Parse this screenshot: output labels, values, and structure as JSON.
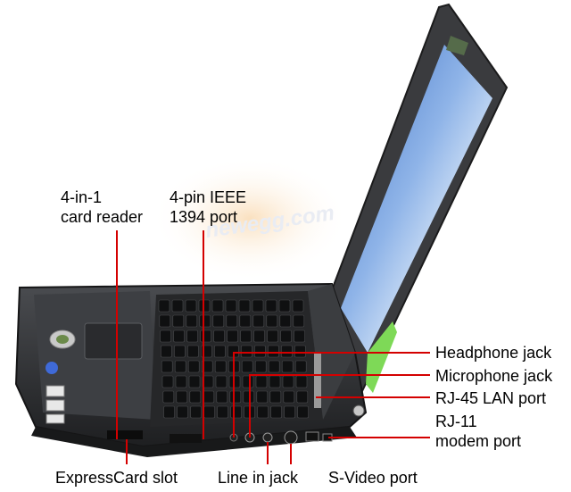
{
  "labels": {
    "card_reader": [
      "4-in-1",
      "card reader"
    ],
    "ieee1394": [
      "4-pin IEEE",
      "1394 port"
    ],
    "headphone": "Headphone jack",
    "microphone": "Microphone jack",
    "rj45": "RJ-45 LAN port",
    "rj11": [
      "RJ-11",
      "modem port"
    ],
    "expresscard": "ExpressCard slot",
    "line_in": "Line in jack",
    "svideo": "S-Video port"
  },
  "watermark": "newegg.com",
  "colors": {
    "leader_line": "#d40000",
    "body_dark": "#2a2b2d",
    "screen_sky": "#5d8fd6",
    "accent_green": "#7ed957"
  }
}
